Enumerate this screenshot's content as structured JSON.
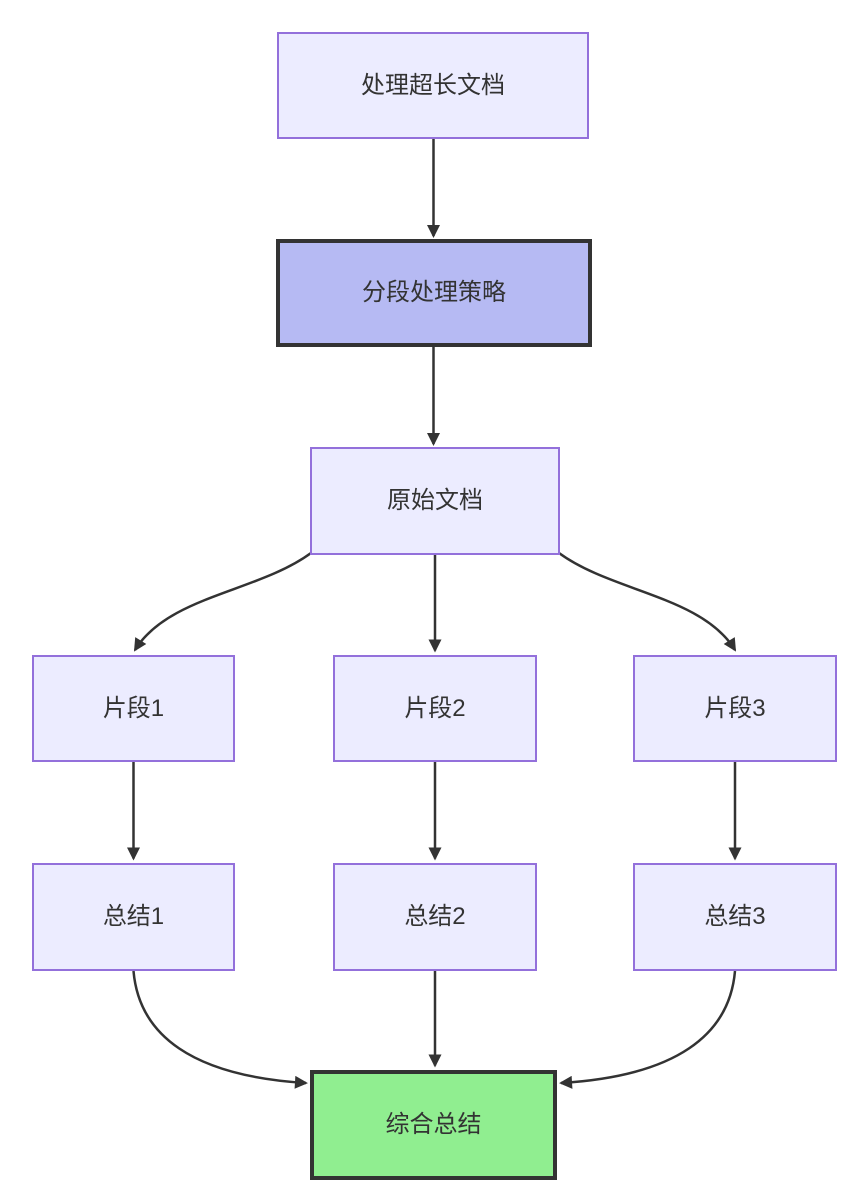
{
  "diagram": {
    "type": "flowchart",
    "direction": "top-down",
    "nodes": [
      {
        "id": "process-long-doc",
        "label": "处理超长文档",
        "style": "default"
      },
      {
        "id": "segment-strategy",
        "label": "分段处理策略",
        "style": "highlight"
      },
      {
        "id": "original-doc",
        "label": "原始文档",
        "style": "default"
      },
      {
        "id": "fragment-1",
        "label": "片段1",
        "style": "default"
      },
      {
        "id": "fragment-2",
        "label": "片段2",
        "style": "default"
      },
      {
        "id": "fragment-3",
        "label": "片段3",
        "style": "default"
      },
      {
        "id": "summary-1",
        "label": "总结1",
        "style": "default"
      },
      {
        "id": "summary-2",
        "label": "总结2",
        "style": "default"
      },
      {
        "id": "summary-3",
        "label": "总结3",
        "style": "default"
      },
      {
        "id": "final-summary",
        "label": "综合总结",
        "style": "success"
      }
    ],
    "edges": [
      {
        "from": "process-long-doc",
        "to": "segment-strategy"
      },
      {
        "from": "segment-strategy",
        "to": "original-doc"
      },
      {
        "from": "original-doc",
        "to": "fragment-1"
      },
      {
        "from": "original-doc",
        "to": "fragment-2"
      },
      {
        "from": "original-doc",
        "to": "fragment-3"
      },
      {
        "from": "fragment-1",
        "to": "summary-1"
      },
      {
        "from": "fragment-2",
        "to": "summary-2"
      },
      {
        "from": "fragment-3",
        "to": "summary-3"
      },
      {
        "from": "summary-1",
        "to": "final-summary"
      },
      {
        "from": "summary-2",
        "to": "final-summary"
      },
      {
        "from": "summary-3",
        "to": "final-summary"
      }
    ],
    "colors": {
      "background": "#ffffff",
      "node_fill": "#ececff",
      "node_border": "#9370db",
      "highlight_fill": "#b6baf3",
      "highlight_border": "#333333",
      "success_fill": "#90ee90",
      "success_border": "#333333",
      "edge": "#333333",
      "text": "#333333"
    }
  }
}
